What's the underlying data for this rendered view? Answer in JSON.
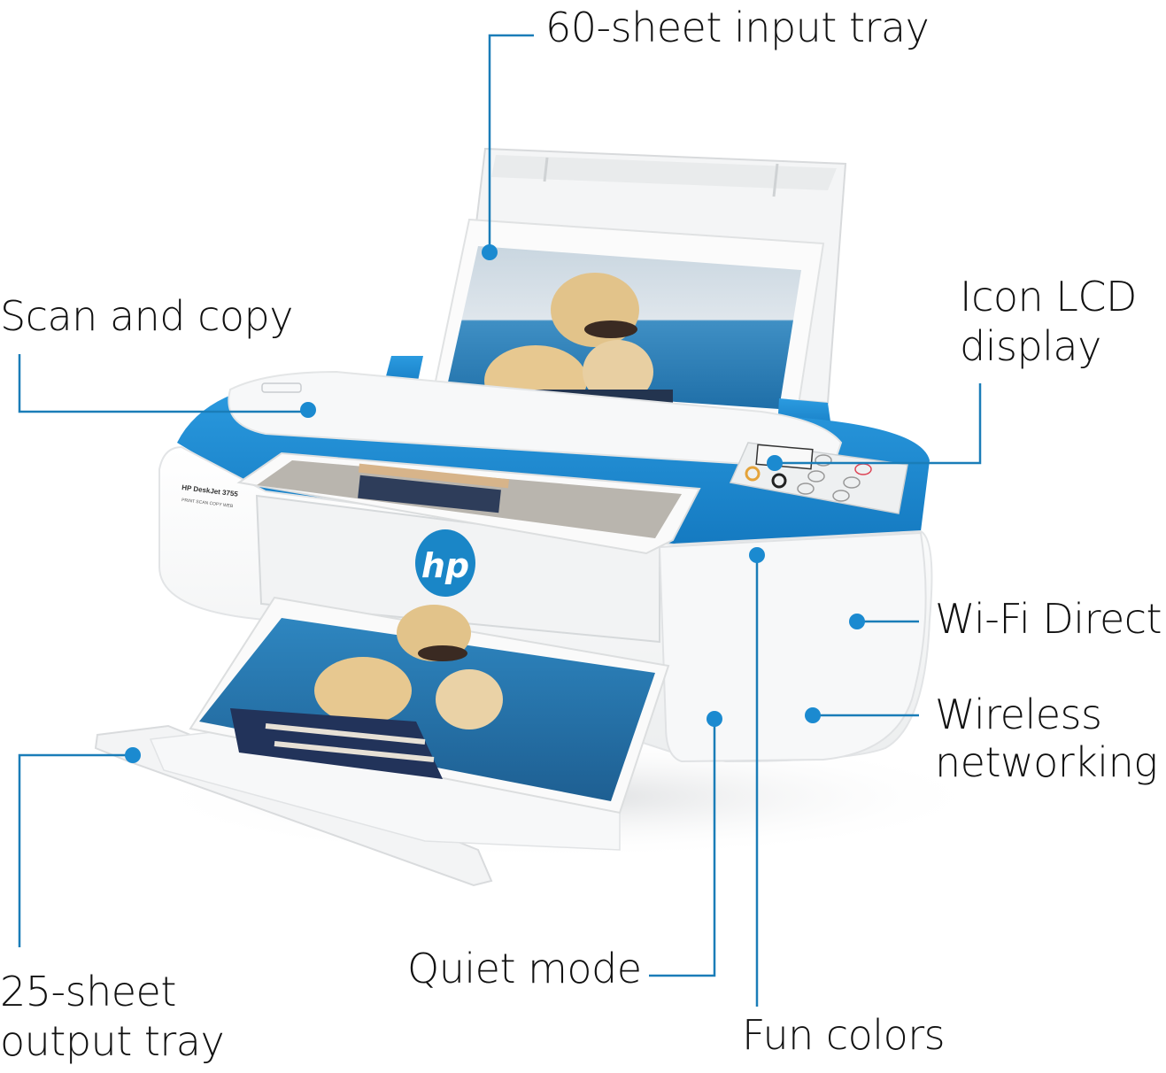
{
  "product": {
    "brand_logo": "hp",
    "model_label": "HP DeskJet 3755",
    "model_sublabel": "PRINT  SCAN  COPY  WEB",
    "accent_color": "#1e8fd6",
    "callout_line_color": "#1a7db8",
    "callout_dot_color": "#1b8ad0"
  },
  "callouts": [
    {
      "id": "input-tray",
      "text": "60-sheet input tray"
    },
    {
      "id": "scan-copy",
      "text": "Scan and copy"
    },
    {
      "id": "icon-lcd",
      "line1": "Icon LCD",
      "line2": "display"
    },
    {
      "id": "wifi-direct",
      "text": "Wi-Fi Direct"
    },
    {
      "id": "wireless",
      "line1": "Wireless",
      "line2": "networking"
    },
    {
      "id": "output-tray",
      "line1": "25-sheet",
      "line2": "output tray"
    },
    {
      "id": "quiet-mode",
      "text": "Quiet mode"
    },
    {
      "id": "fun-colors",
      "text": "Fun colors"
    }
  ]
}
